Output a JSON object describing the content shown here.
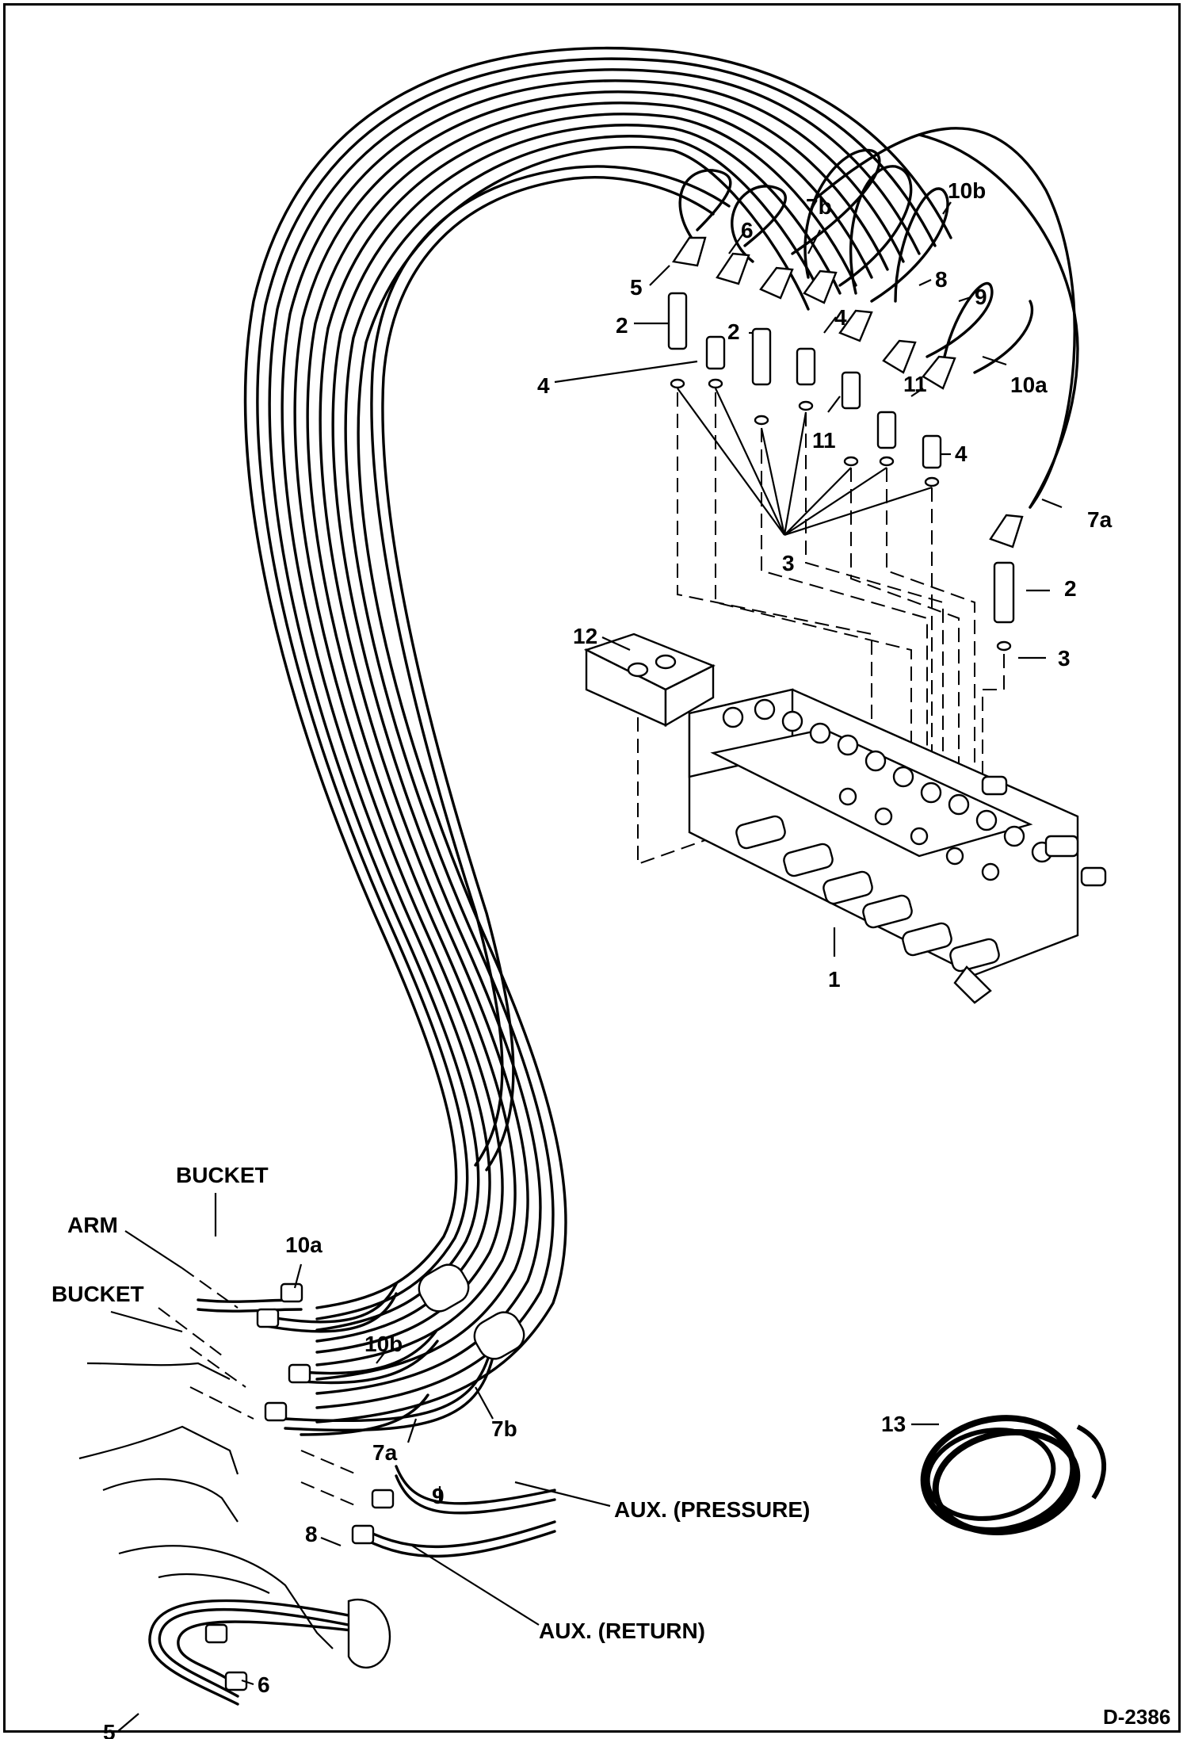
{
  "drawing_id": "D-2386",
  "callouts": {
    "c5_top": "5",
    "c2_top": "2",
    "c4_left": "4",
    "c6_top": "6",
    "c2_mid": "2",
    "c7b_top": "7b",
    "c4_mid": "4",
    "c11_a": "11",
    "c11_b": "11",
    "c8_top": "8",
    "c9_top": "9",
    "c10b_top": "10b",
    "c10a_top": "10a",
    "c4_right": "4",
    "c3_center": "3",
    "c7a_right": "7a",
    "c2_right": "2",
    "c3_right": "3",
    "c12": "12",
    "c1": "1",
    "c13": "13",
    "c10a_bottom": "10a",
    "c10b_bottom": "10b",
    "c7a_bottom": "7a",
    "c7b_bottom": "7b",
    "c9_bottom": "9",
    "c8_bottom": "8",
    "c6_bottom": "6",
    "c5_bottom": "5"
  },
  "circuit_labels": {
    "bucket_top": "BUCKET",
    "arm": "ARM",
    "bucket_bottom": "BUCKET",
    "aux_pressure": "AUX. (PRESSURE)",
    "aux_return": "AUX. (RETURN)"
  }
}
